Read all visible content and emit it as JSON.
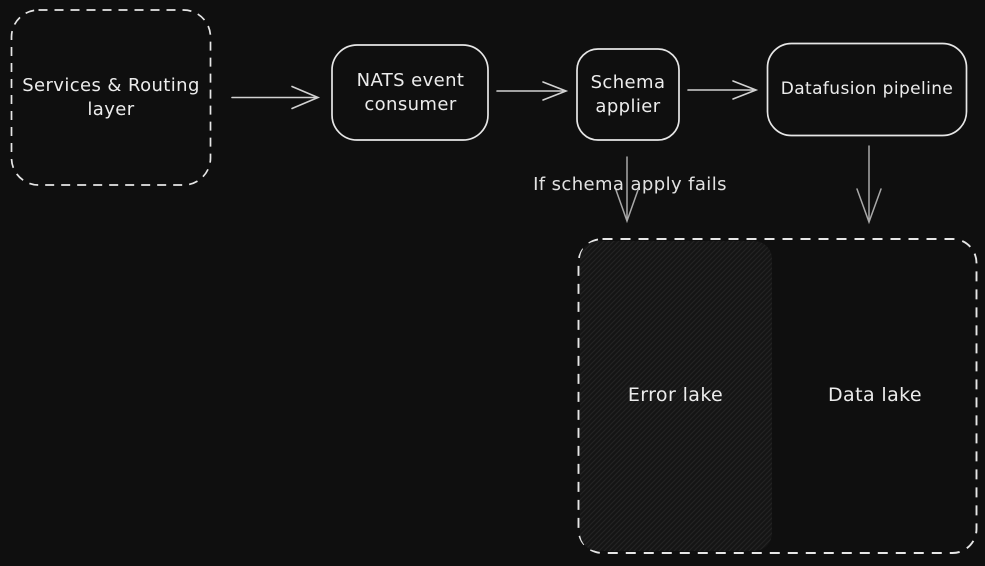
{
  "diagram": {
    "nodes": {
      "services": {
        "label": "Services & Routing\nlayer"
      },
      "nats": {
        "label": "NATS event\nconsumer"
      },
      "schema": {
        "label": "Schema\napplier"
      },
      "datafusion": {
        "label": "Datafusion pipeline"
      },
      "error_lake": {
        "label": "Error lake"
      },
      "data_lake": {
        "label": "Data lake"
      }
    },
    "edge_labels": {
      "schema_fail": "If schema apply fails"
    },
    "colors": {
      "background": "#0f0f0f",
      "shape_stroke": "#e6e6e6",
      "arrow_stroke": "#c6c6c6",
      "text": "#ececec",
      "hatch_fill": "#151515",
      "hatch_line": "#242424"
    }
  }
}
